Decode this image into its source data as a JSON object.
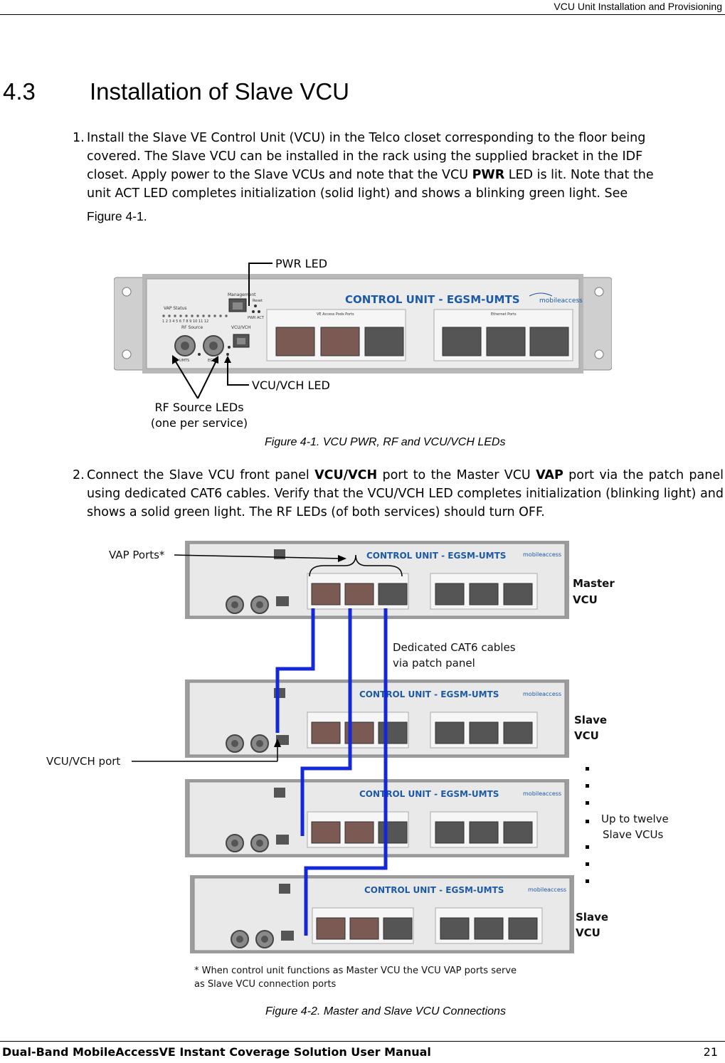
{
  "header": {
    "title": "VCU Unit Installation and Provisioning"
  },
  "section": {
    "number": "4.3",
    "title": "Installation of Slave VCU"
  },
  "steps": [
    {
      "num": "1.",
      "lines": [
        "Install the Slave VE Control Unit (VCU) in the Telco closet corresponding to the floor being",
        "covered. The Slave VCU can be installed in the rack using the supplied bracket in the IDF",
        "closet. Apply power to the Slave VCUs and note that the VCU ",
        "PWR",
        " LED is lit. Note that the",
        "unit ACT LED completes initialization (solid light) and shows a blinking green light. See",
        "Figure 4-1."
      ]
    },
    {
      "num": "2.",
      "p1": "Connect the Slave VCU front panel ",
      "b1": "VCU/VCH",
      "p2": " port to the Master VCU ",
      "b2": "VAP",
      "p3": " port via the patch panel using dedicated CAT6 cables. Verify that the VCU/VCH LED completes initialization (blinking light) and shows a solid green light. The RF LEDs (of both services) should turn OFF."
    }
  ],
  "figure1": {
    "caption": "Figure 4-1. VCU PWR, RF and VCU/VCH LEDs",
    "callouts": {
      "pwr": "PWR LED",
      "vcu": "VCU/VCH LED",
      "rf1": "RF Source LEDs",
      "rf2": "(one per service)"
    },
    "device": {
      "title": "CONTROL UNIT - EGSM-UMTS",
      "brand": "mobileaccess",
      "vap_status": "VAP Status",
      "vap_nums": "1  2  3  4  5  6  7  8  9  10 11 12",
      "rf_source": "RF Source",
      "management": "Management",
      "reset": "Reset",
      "pwr_act": "PWR  ACT",
      "vcu_vch": "VCU/VCH",
      "umts": "UMTS",
      "egsm": "EGSM",
      "ve_ports": "VE Access Pods Ports",
      "eth_ports": "Ethernet Ports"
    }
  },
  "figure2": {
    "caption": "Figure 4-2. Master and Slave VCU Connections",
    "labels": {
      "vap_ports": "VAP Ports*",
      "master1": "Master",
      "master2": "VCU",
      "dedicated1": "Dedicated CAT6 cables",
      "dedicated2": "via patch panel",
      "slave1": "Slave",
      "slave2": "VCU",
      "vcu_port": "VCU/VCH port",
      "upto1": "Up to twelve",
      "upto2": "Slave VCUs",
      "slave3": "Slave",
      "slave4": "VCU",
      "note1": "* When control unit functions as Master VCU the VCU VAP ports serve",
      "note2": "as Slave VCU connection ports"
    },
    "unit_title": "CONTROL UNIT - EGSM-UMTS",
    "unit_brand": "mobileaccess"
  },
  "footer": {
    "title": "Dual-Band MobileAccessVE Instant Coverage Solution User Manual",
    "page": "21"
  },
  "colors": {
    "cable": "#1428d8",
    "panel": "#e9e9e9",
    "title_blue": "#1d5aa6"
  }
}
